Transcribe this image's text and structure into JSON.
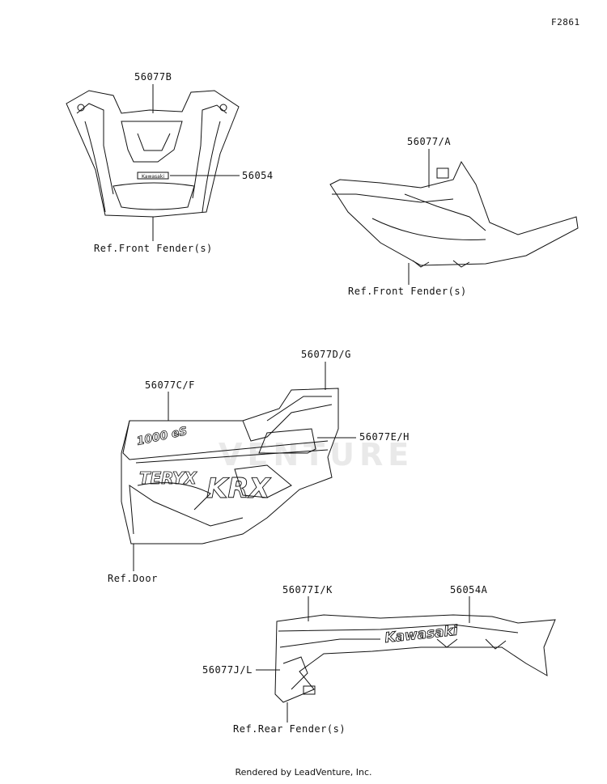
{
  "figure_id": "F2861",
  "watermark": "VENTURE",
  "footer": "Rendered by LeadVenture, Inc.",
  "labels": {
    "p56077B": "56077B",
    "p56054": "56054",
    "ref_front_fender_1": "Ref.Front Fender(s)",
    "p56077A": "56077/A",
    "ref_front_fender_2": "Ref.Front Fender(s)",
    "p56077DG": "56077D/G",
    "p56077CF": "56077C/F",
    "p56077EH": "56077E/H",
    "ref_door": "Ref.Door",
    "p56077IK": "56077I/K",
    "p56054A": "56054A",
    "p56077JL": "56077J/L",
    "ref_rear_fender": "Ref.Rear Fender(s)"
  },
  "decal_text": {
    "hood_badge": "Kawasaki",
    "door_model": "1000 eS",
    "door_brand": "TERYX",
    "door_logo": "KRX",
    "rear_brand": "Kawasaki"
  }
}
